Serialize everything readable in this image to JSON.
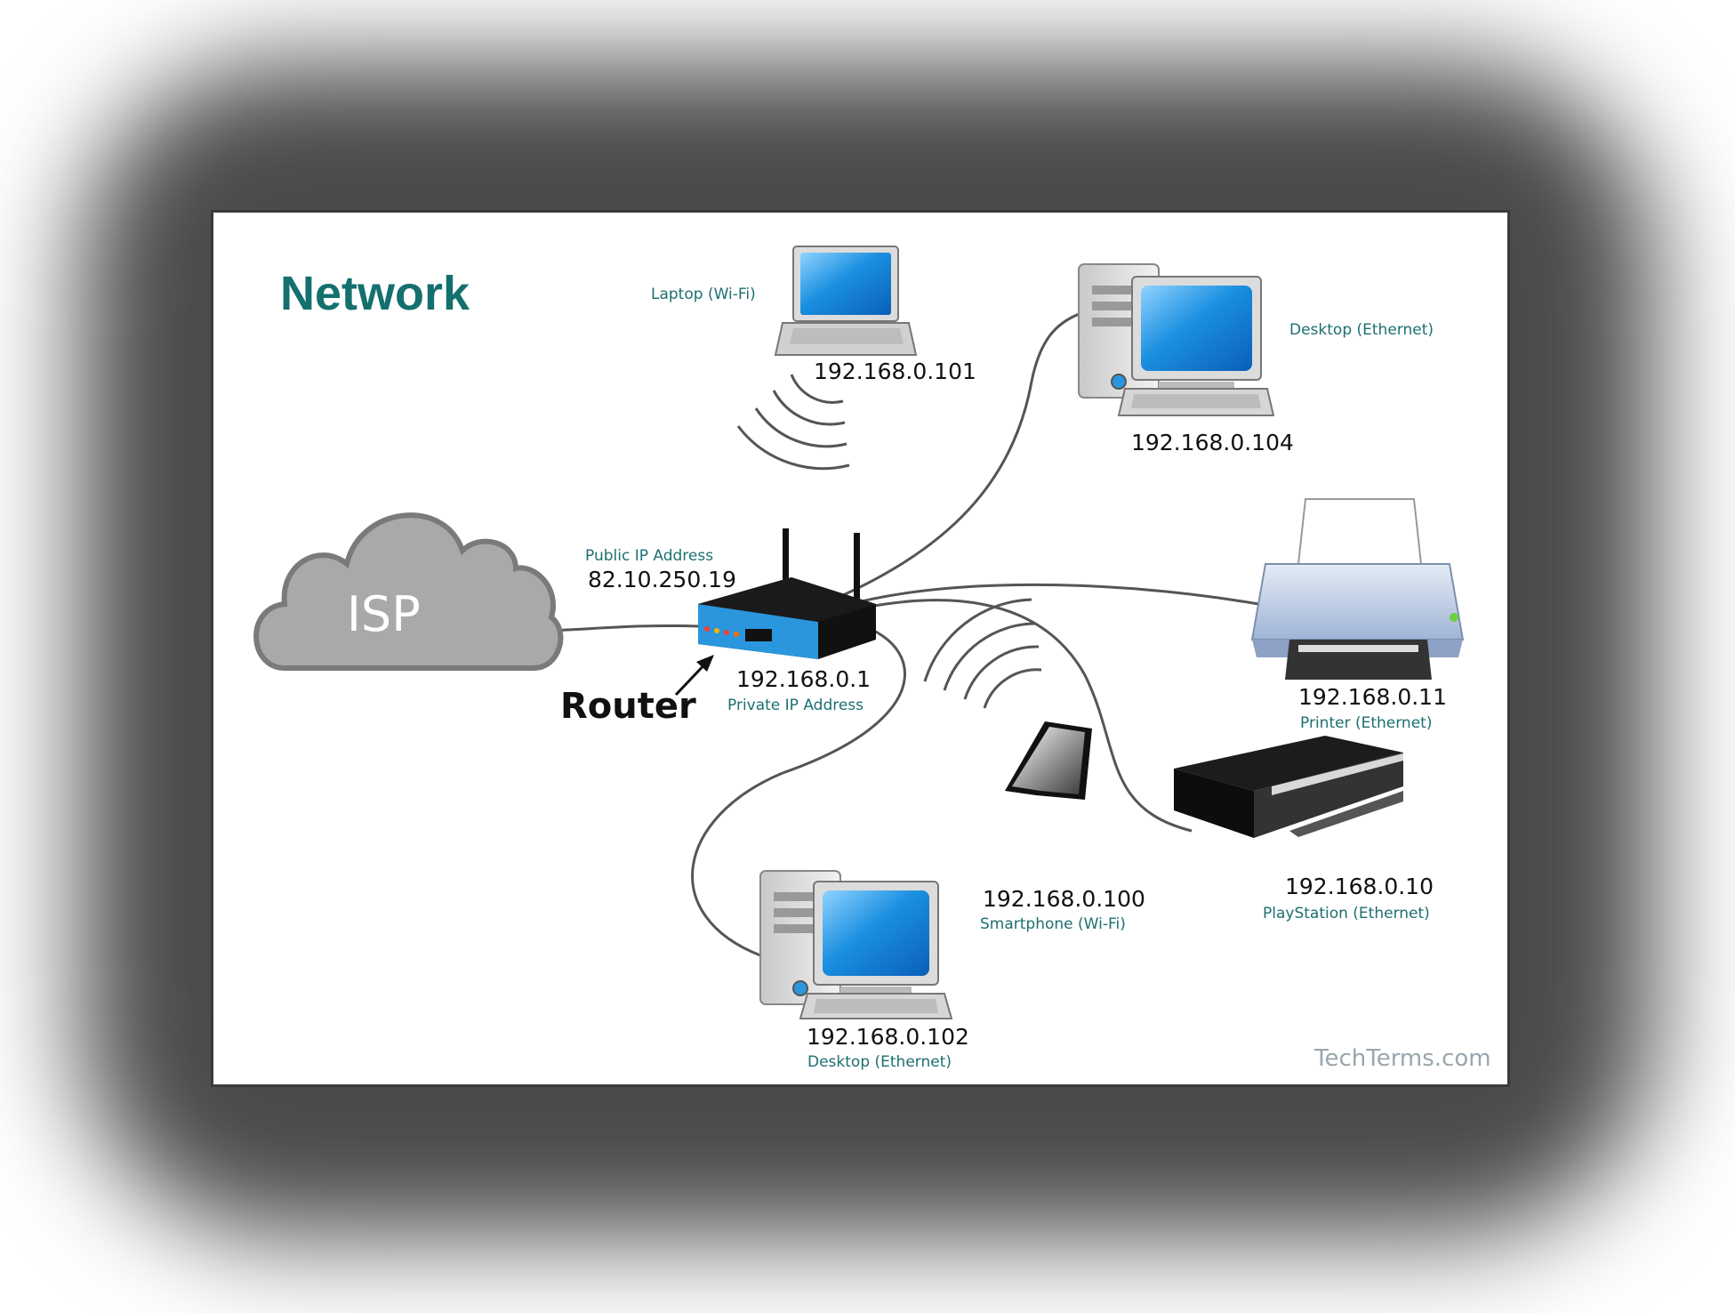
{
  "title": "Network",
  "isp": {
    "label": "ISP"
  },
  "router": {
    "name": "Router",
    "public_ip_label": "Public IP Address",
    "public_ip": "82.10.250.19",
    "private_ip": "192.168.0.1",
    "private_ip_label": "Private IP Address"
  },
  "devices": [
    {
      "id": "laptop",
      "ip": "192.168.0.101",
      "label": "Laptop (Wi-Fi)",
      "connection": "wifi",
      "icon": "laptop-icon"
    },
    {
      "id": "desktop-top",
      "ip": "192.168.0.104",
      "label": "Desktop (Ethernet)",
      "connection": "ethernet",
      "icon": "desktop-icon"
    },
    {
      "id": "printer",
      "ip": "192.168.0.11",
      "label": "Printer (Ethernet)",
      "connection": "ethernet",
      "icon": "printer-icon"
    },
    {
      "id": "playstation",
      "ip": "192.168.0.10",
      "label": "PlayStation (Ethernet)",
      "connection": "ethernet",
      "icon": "game-console-icon"
    },
    {
      "id": "smartphone",
      "ip": "192.168.0.100",
      "label": "Smartphone (Wi-Fi)",
      "connection": "wifi",
      "icon": "smartphone-icon"
    },
    {
      "id": "desktop-bottom",
      "ip": "192.168.0.102",
      "label": "Desktop (Ethernet)",
      "connection": "ethernet",
      "icon": "desktop-icon"
    }
  ],
  "watermark": "TechTerms.com",
  "colors": {
    "accent": "#1e6f70",
    "screen": "#1a8fe0",
    "router": "#2a96dd",
    "cloud": "#a9a9a9",
    "cable": "#555555"
  }
}
